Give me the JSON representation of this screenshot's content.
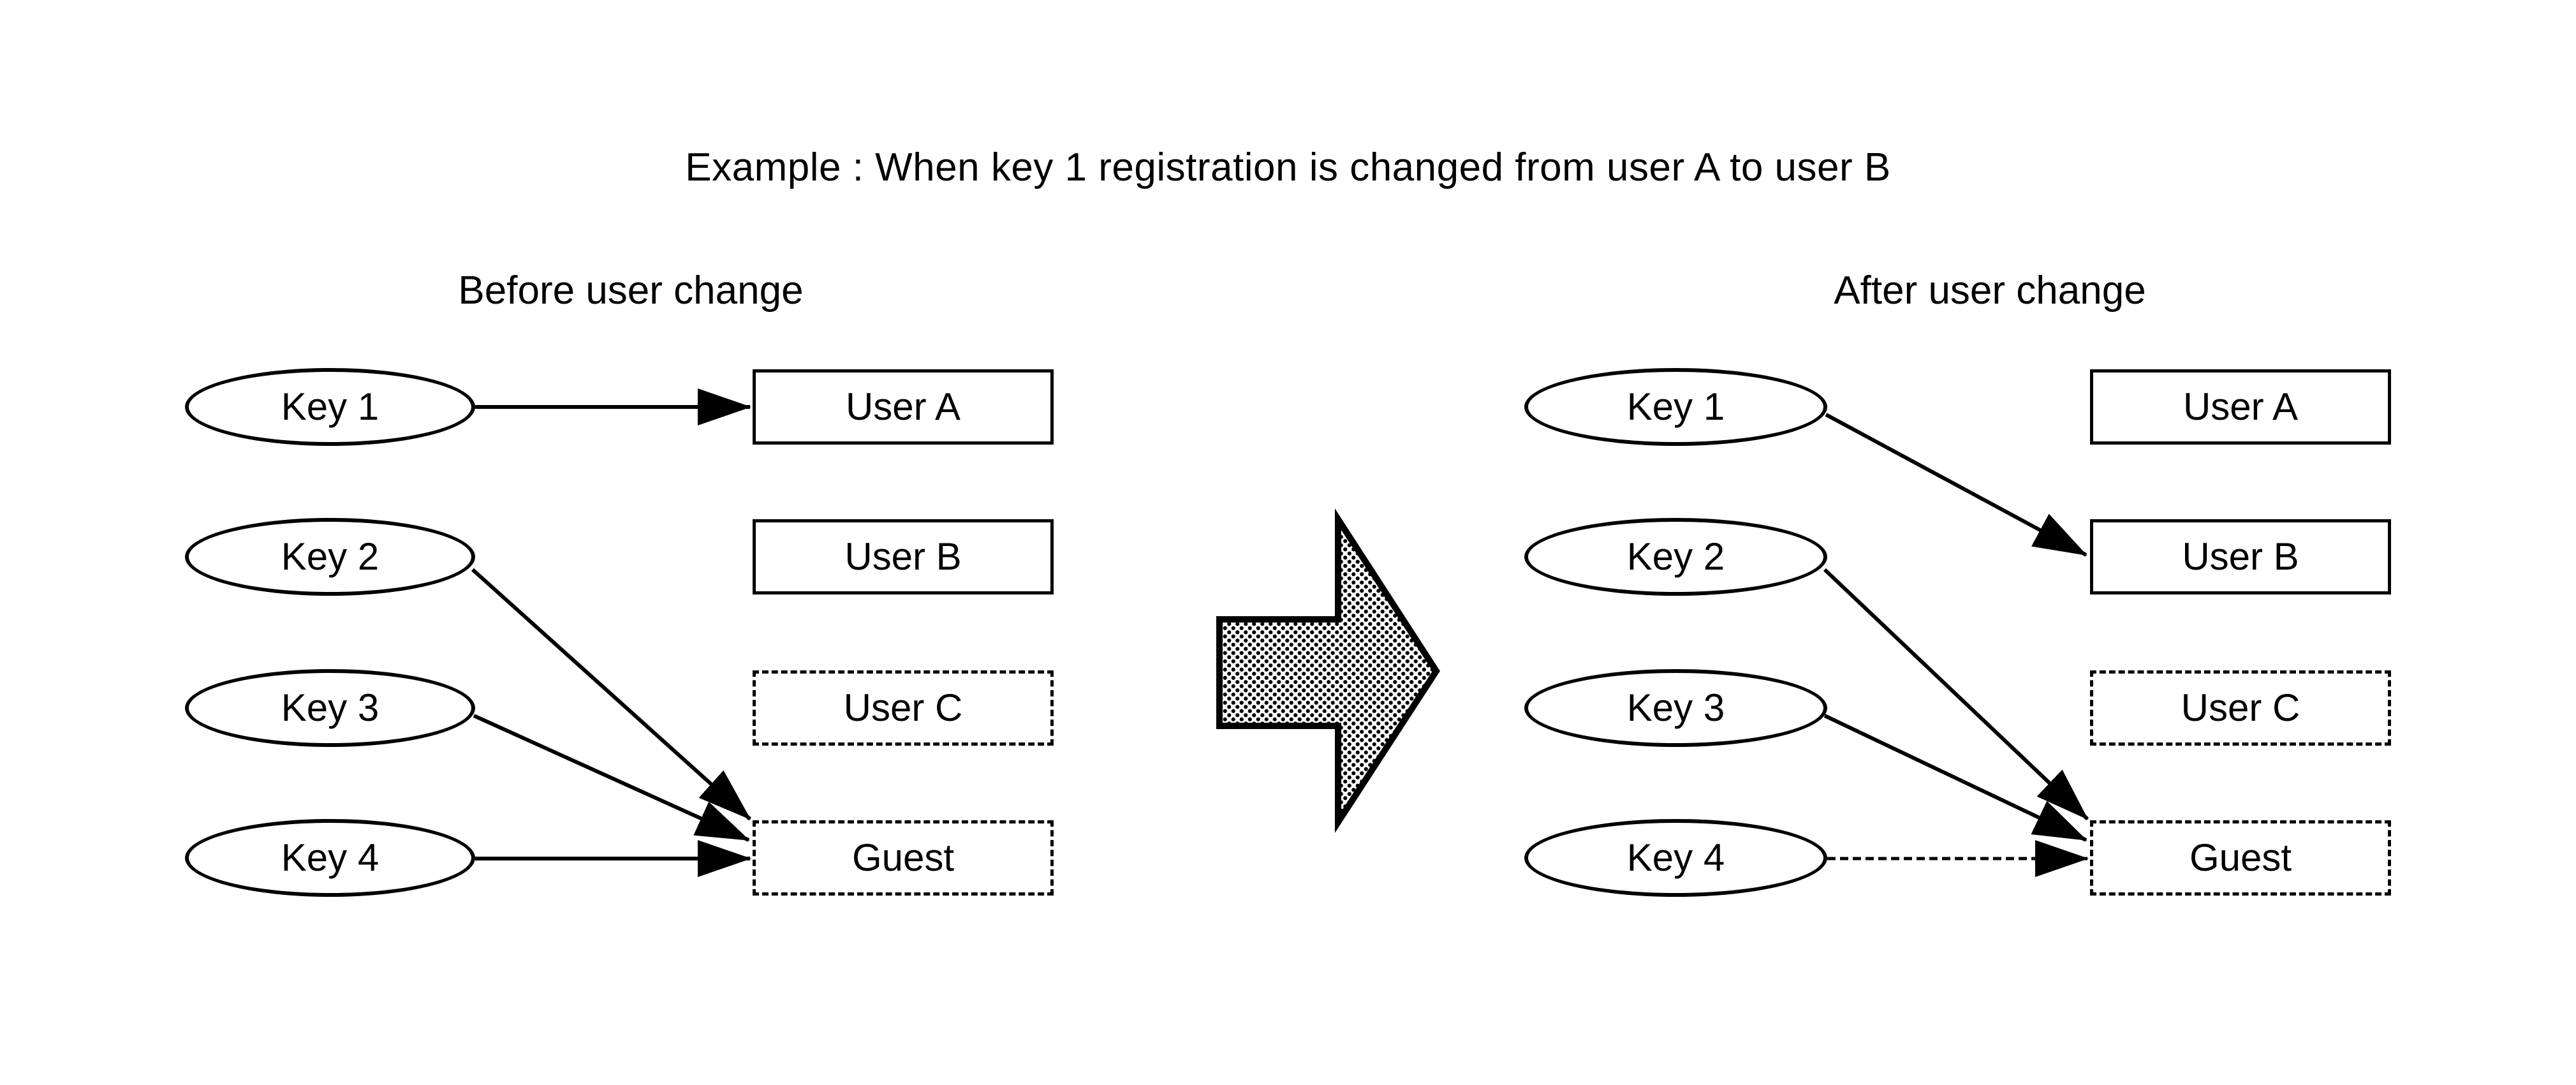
{
  "title": "Example : When key 1 registration is changed from user A to user B",
  "panels": {
    "before": {
      "heading": "Before user change",
      "keys": [
        "Key 1",
        "Key 2",
        "Key 3",
        "Key 4"
      ],
      "users": [
        "User A",
        "User B",
        "User C",
        "Guest"
      ],
      "mappings": [
        {
          "key": "Key 1",
          "user": "User A"
        },
        {
          "key": "Key 2",
          "user": "Guest"
        },
        {
          "key": "Key 3",
          "user": "Guest"
        },
        {
          "key": "Key 4",
          "user": "Guest"
        }
      ]
    },
    "after": {
      "heading": "After user change",
      "keys": [
        "Key 1",
        "Key 2",
        "Key 3",
        "Key 4"
      ],
      "users": [
        "User A",
        "User B",
        "User C",
        "Guest"
      ],
      "mappings": [
        {
          "key": "Key 1",
          "user": "User B"
        },
        {
          "key": "Key 2",
          "user": "Guest"
        },
        {
          "key": "Key 3",
          "user": "Guest"
        },
        {
          "key": "Key 4",
          "user": "Guest"
        }
      ]
    }
  },
  "transition_arrow": {
    "direction": "right",
    "fill": "halftone-dots"
  },
  "colors": {
    "ink": "#000000",
    "paper": "#ffffff"
  }
}
